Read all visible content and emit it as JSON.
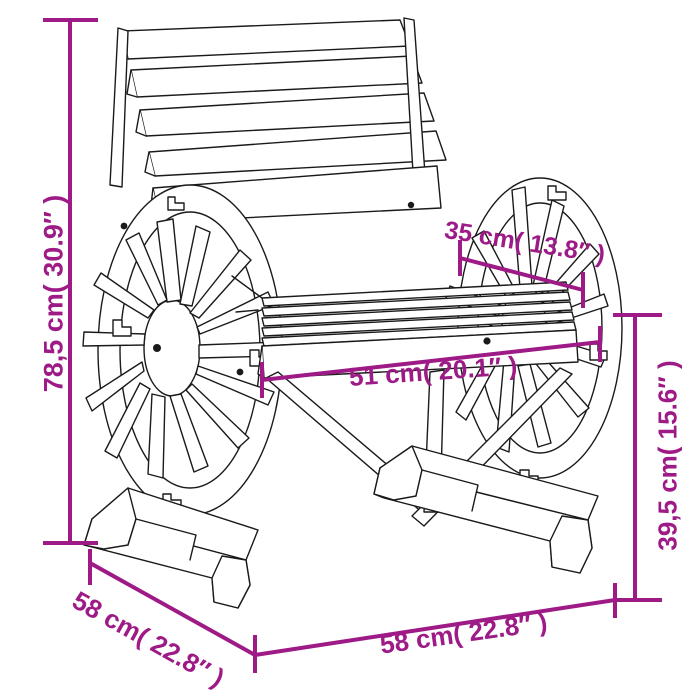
{
  "drawing": {
    "type": "product-dimension-drawing",
    "subject": "wagon-wheel wooden garden chair",
    "line_color": "#1a1a1a",
    "dimension_color": "#9e1a86",
    "background_color": "#ffffff"
  },
  "dimensions": {
    "overall_height": {
      "name": "overall-height",
      "label": "78,5 cm( 30.9″ )",
      "value_cm": 78.5,
      "value_in": 30.9,
      "orientation": "vertical-left"
    },
    "seat_height": {
      "name": "seat-height",
      "label": "39,5 cm( 15.6″ )",
      "value_cm": 39.5,
      "value_in": 15.6,
      "orientation": "vertical-right"
    },
    "seat_depth": {
      "name": "seat-depth",
      "label": "35 cm( 13.8″ )",
      "value_cm": 35,
      "value_in": 13.8,
      "orientation": "diagonal-upper"
    },
    "seat_width": {
      "name": "seat-width",
      "label": "51 cm( 20.1″ )",
      "value_cm": 51,
      "value_in": 20.1,
      "orientation": "diagonal-middle"
    },
    "overall_depth": {
      "name": "overall-depth",
      "label": "58 cm( 22.8″ )",
      "value_cm": 58,
      "value_in": 22.8,
      "orientation": "diagonal-bottom-left"
    },
    "overall_width": {
      "name": "overall-width",
      "label": "58 cm( 22.8″ )",
      "value_cm": 58,
      "value_in": 22.8,
      "orientation": "diagonal-bottom-right"
    }
  },
  "chart_data": {
    "type": "table",
    "title": "",
    "categories": [
      "Overall height",
      "Seat height",
      "Seat depth",
      "Seat width",
      "Overall depth",
      "Overall width"
    ],
    "values_cm": [
      78.5,
      39.5,
      35,
      51,
      58,
      58
    ],
    "values_in": [
      30.9,
      15.6,
      13.8,
      20.1,
      22.8,
      22.8
    ],
    "labels": [
      "78,5 cm( 30.9″ )",
      "39,5 cm( 15.6″ )",
      "35 cm( 13.8″ )",
      "51 cm( 20.1″ )",
      "58 cm( 22.8″ )",
      "58 cm( 22.8″ )"
    ],
    "xlabel": "",
    "ylabel": "",
    "grid": false,
    "legend": "none"
  }
}
